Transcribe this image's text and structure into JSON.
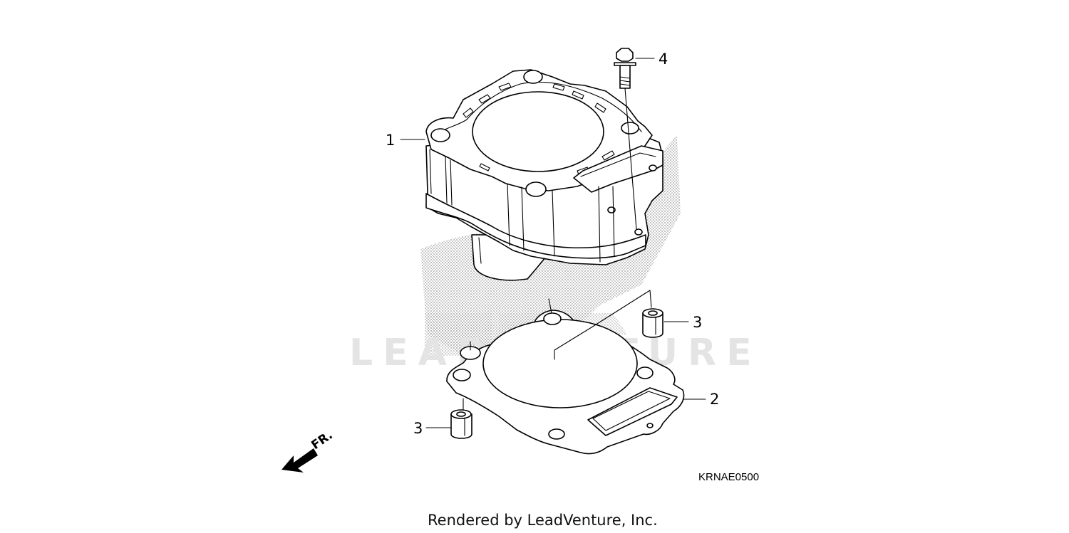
{
  "diagram": {
    "callouts": [
      {
        "id": "cylinder",
        "label": "1"
      },
      {
        "id": "gasket",
        "label": "2"
      },
      {
        "id": "dowel-pin-right",
        "label": "3"
      },
      {
        "id": "dowel-pin-left",
        "label": "3"
      },
      {
        "id": "flange-bolt",
        "label": "4"
      }
    ],
    "direction_label": "FR.",
    "diagram_code": "KRNAE0500",
    "watermark": "LEADVENTURE",
    "footer": "Rendered by LeadVenture, Inc."
  }
}
